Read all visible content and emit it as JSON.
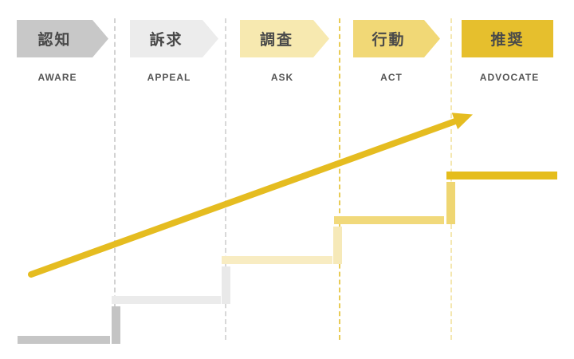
{
  "title": "5A customer journey funnel",
  "stages": [
    {
      "jp": "認知",
      "en": "AWARE",
      "color": "#c8c8c8"
    },
    {
      "jp": "訴求",
      "en": "APPEAL",
      "color": "#ececec"
    },
    {
      "jp": "調査",
      "en": "ASK",
      "color": "#f7e9b0"
    },
    {
      "jp": "行動",
      "en": "ACT",
      "color": "#f1d876"
    },
    {
      "jp": "推奨",
      "en": "ADVOCATE",
      "color": "#e6bf2d"
    }
  ],
  "steps": [
    {
      "bar_color": "#c6c6c6",
      "connector_color": "#c4c4c4"
    },
    {
      "bar_color": "#ebebeb",
      "connector_color": "#e9e9e9"
    },
    {
      "bar_color": "#f8ecc2",
      "connector_color": "#f6e9b8"
    },
    {
      "bar_color": "#f1d97b",
      "connector_color": "#efd672"
    },
    {
      "bar_color": "#e5bd1c"
    }
  ],
  "dividers": {
    "colors": [
      "#d2d2d2",
      "#d8d8d8",
      "#e9cb55",
      "#f4e7b0"
    ]
  },
  "arrow": {
    "color": "#e5bc20"
  },
  "text_colors": {
    "stage_jp": "#4a4a4a",
    "stage_en": "#555555"
  }
}
